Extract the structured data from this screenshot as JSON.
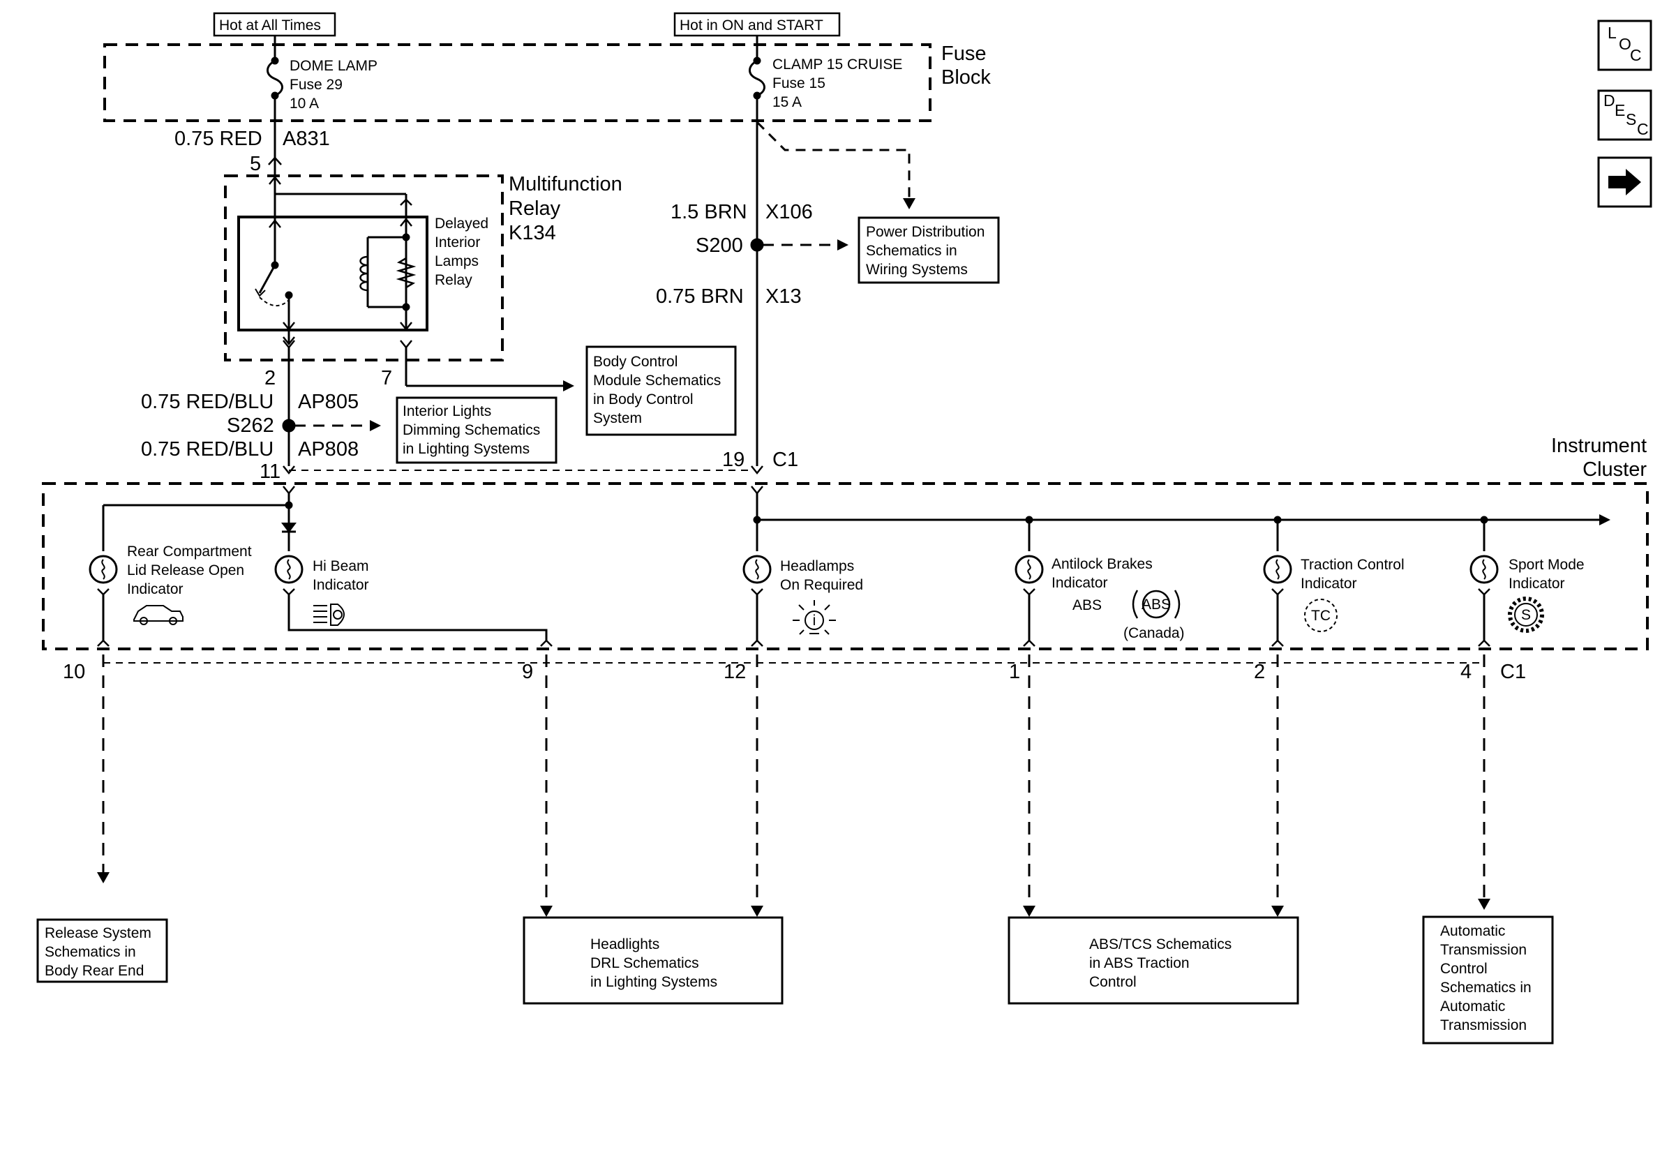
{
  "power": {
    "hot_all_times": "Hot at All Times",
    "hot_on_start": "Hot in ON and START"
  },
  "fuse_block": {
    "title_line1": "Fuse",
    "title_line2": "Block",
    "dome_fuse": {
      "name": "DOME LAMP",
      "fuse": "Fuse 29",
      "rating": "10 A"
    },
    "cruise_fuse": {
      "name": "CLAMP 15 CRUISE",
      "fuse": "Fuse 15",
      "rating": "15 A"
    }
  },
  "relay": {
    "title_line1": "Multifunction",
    "title_line2": "Relay",
    "title_line3": "K134",
    "desc_line1": "Delayed",
    "desc_line2": "Interior",
    "desc_line3": "Lamps",
    "desc_line4": "Relay",
    "pin_in": "5",
    "pin_out_left": "2",
    "pin_out_right": "7"
  },
  "wires": {
    "a831_gauge": "0.75 RED",
    "a831_circuit": "A831",
    "ap805_gauge": "0.75 RED/BLU",
    "ap805_circuit": "AP805",
    "ap808_gauge": "0.75 RED/BLU",
    "ap808_circuit": "AP808",
    "x106_gauge": "1.5 BRN",
    "x106_circuit": "X106",
    "x13_gauge": "0.75 BRN",
    "x13_circuit": "X13"
  },
  "splices": {
    "s262": "S262",
    "s200": "S200"
  },
  "refs": {
    "power_distribution": [
      "Power Distribution",
      "Schematics in",
      "Wiring Systems"
    ],
    "body_control": [
      "Body Control",
      "Module Schematics",
      "in Body Control",
      "System"
    ],
    "interior_lights": [
      "Interior Lights",
      "Dimming Schematics",
      "in Lighting Systems"
    ],
    "release_system": [
      "Release System",
      "Schematics in",
      "Body Rear End"
    ],
    "headlights": [
      "Headlights",
      "DRL Schematics",
      "in Lighting Systems"
    ],
    "abs_tcs": [
      "ABS/TCS Schematics",
      "in ABS Traction",
      "Control"
    ],
    "auto_trans": [
      "Automatic",
      "Transmission",
      "Control",
      "Schematics in",
      "Automatic",
      "Transmission"
    ]
  },
  "cluster": {
    "title_line1": "Instrument",
    "title_line2": "Cluster",
    "connector": "C1",
    "pin_in_left": "11",
    "pin_in_right": "19",
    "rear_compartment": [
      "Rear Compartment",
      "Lid Release Open",
      "Indicator"
    ],
    "hi_beam": [
      "Hi Beam",
      "Indicator"
    ],
    "headlamps": [
      "Headlamps",
      "On Required"
    ],
    "antilock": [
      "Antilock Brakes",
      "Indicator"
    ],
    "abs_label": "ABS",
    "abs_symbol": "ABS",
    "canada": "(Canada)",
    "traction": [
      "Traction Control",
      "Indicator"
    ],
    "tc_symbol": "TC",
    "sport": [
      "Sport Mode",
      "Indicator"
    ],
    "sport_symbol": "S",
    "pins_bottom": [
      "10",
      "9",
      "12",
      "1",
      "2",
      "4"
    ]
  },
  "side_icons": {
    "loc": [
      "L",
      "O",
      "C"
    ],
    "desc": [
      "D",
      "E",
      "S",
      "C"
    ],
    "next": "arrow-right-icon"
  }
}
